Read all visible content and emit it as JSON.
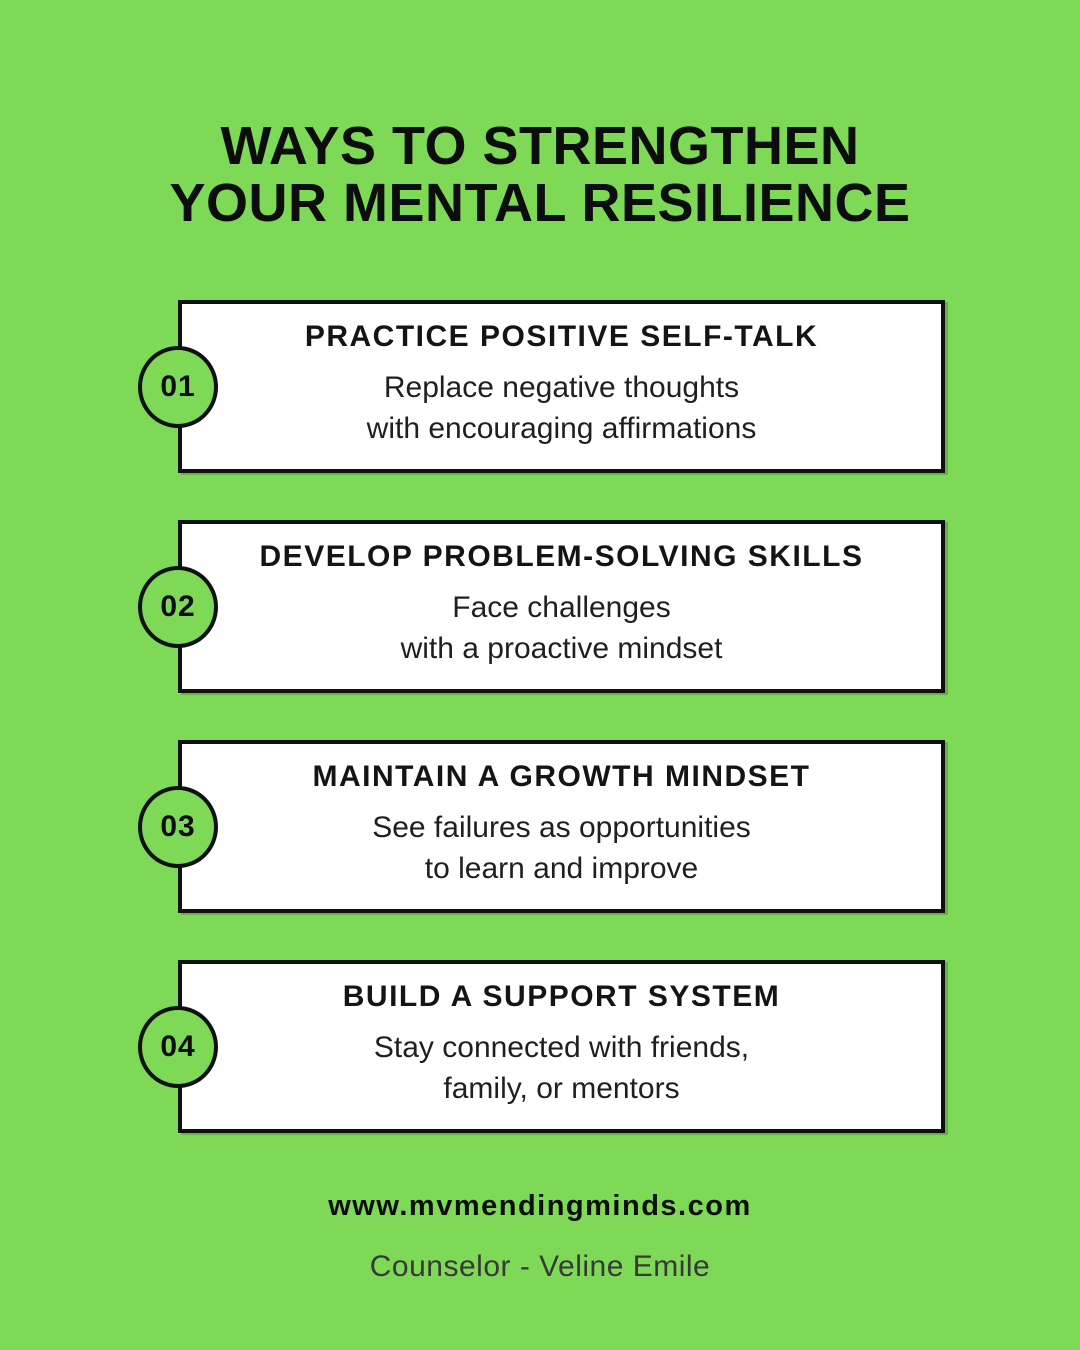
{
  "poster": {
    "title": "WAYS TO STRENGTHEN\nYOUR MENTAL RESILIENCE",
    "colors": {
      "background": "#7ED957",
      "card_background": "#FFFFFF",
      "border": "#101010",
      "title_text": "#0D0D0D",
      "body_text": "#1F1F1F",
      "credit_text": "#383838"
    }
  },
  "cards": [
    {
      "number": "01",
      "title": "PRACTICE POSITIVE SELF-TALK",
      "description": "Replace negative thoughts\nwith encouraging affirmations"
    },
    {
      "number": "02",
      "title": "DEVELOP PROBLEM-SOLVING SKILLS",
      "description": "Face challenges\nwith a proactive mindset"
    },
    {
      "number": "03",
      "title": "MAINTAIN A GROWTH MINDSET",
      "description": "See failures as opportunities\nto learn and improve"
    },
    {
      "number": "04",
      "title": "BUILD A SUPPORT SYSTEM",
      "description": "Stay connected with friends,\nfamily, or mentors"
    }
  ],
  "footer": {
    "website": "www.mvmendingminds.com",
    "credit": "Counselor - Veline Emile"
  }
}
